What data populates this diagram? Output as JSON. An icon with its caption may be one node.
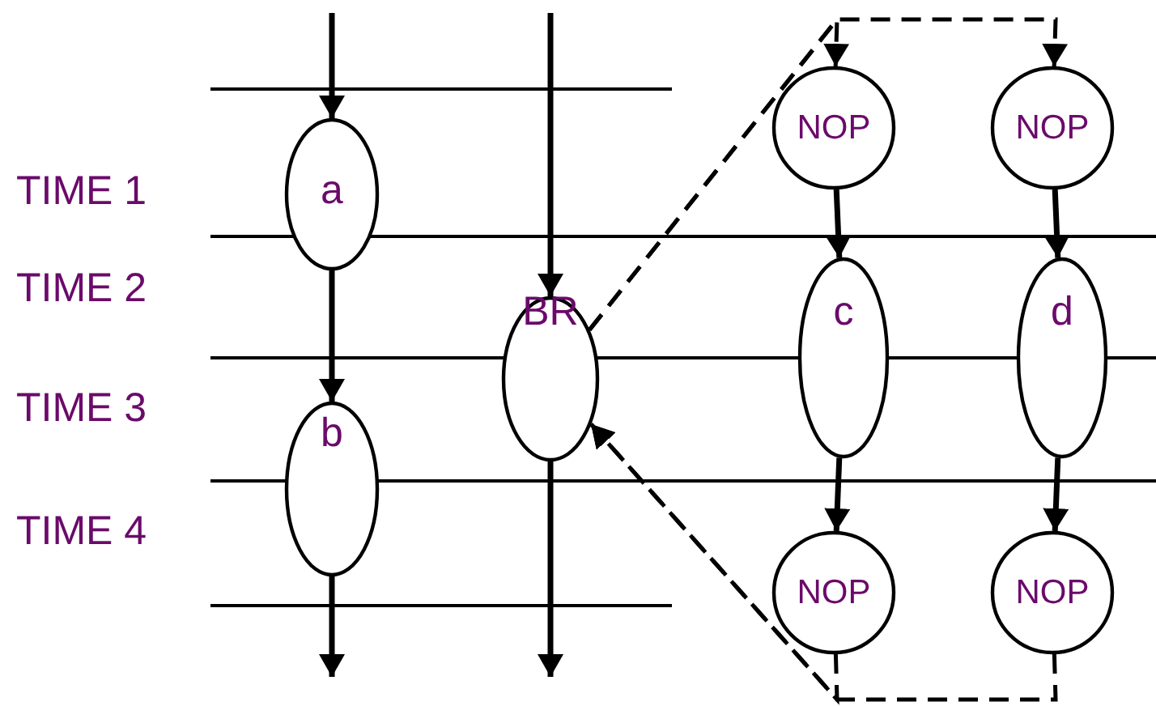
{
  "diagram": {
    "nodes": [
      {
        "text": [
          "a"
        ]
      },
      {
        "text": [
          "b"
        ]
      },
      {
        "text": [
          "BR"
        ]
      },
      {
        "text": [
          "NOP"
        ]
      },
      {
        "text": [
          "NOP"
        ]
      },
      {
        "text": [
          "c"
        ]
      },
      {
        "text": [
          "d"
        ]
      },
      {
        "text": [
          "NOP"
        ]
      },
      {
        "text": [
          "NOP"
        ]
      }
    ],
    "edges": [
      {
        "from": null,
        "to": 0,
        "arrow": "to"
      },
      {
        "from": 0,
        "to": 1,
        "arrow": "to"
      },
      {
        "from": 1,
        "to": null,
        "arrow": "to"
      },
      {
        "from": null,
        "to": 2,
        "arrow": "to"
      },
      {
        "from": 2,
        "to": null,
        "arrow": "to"
      },
      {
        "from": 2,
        "to": 3,
        "arrow": "to",
        "style": "dashed"
      },
      {
        "from": 2,
        "to": 4,
        "arrow": "to",
        "style": "dashed"
      },
      {
        "from": 3,
        "to": 5,
        "arrow": "to"
      },
      {
        "from": 4,
        "to": 6,
        "arrow": "to"
      },
      {
        "from": 5,
        "to": 7,
        "arrow": "to"
      },
      {
        "from": 6,
        "to": 8,
        "arrow": "to"
      },
      {
        "from": 7,
        "to": 2,
        "arrow": "to",
        "style": "dashed"
      },
      {
        "from": 8,
        "to": 2,
        "arrow": "to",
        "style": "dashed"
      }
    ],
    "labels": [
      "TIME 1",
      "TIME 2",
      "TIME 3",
      "TIME 4"
    ]
  }
}
